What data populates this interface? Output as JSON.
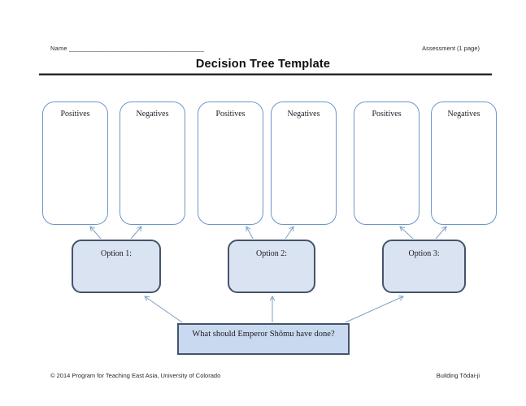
{
  "header": {
    "name_label": "Name",
    "name_line": "______________________________________",
    "assessment_label": "Assessment (1 page)"
  },
  "title": "Decision Tree Template",
  "tree": {
    "top_boxes": [
      "Positives",
      "Negatives",
      "Positives",
      "Negatives",
      "Positives",
      "Negatives"
    ],
    "options": [
      "Option 1:",
      "Option 2:",
      "Option 3:"
    ],
    "question": "What should Emperor Shōmu have done?"
  },
  "footer": {
    "left": "© 2014 Program for Teaching East Asia, University of Colorado",
    "right": "Building Tōdai-ji"
  },
  "colors": {
    "top_box_border": "#6c96c8",
    "option_fill": "#d9e3f2",
    "option_border": "#44546a",
    "question_fill": "#c9daf0",
    "question_border": "#44546a",
    "arrow": "#7f9fc6",
    "title_rule": "#141414"
  }
}
